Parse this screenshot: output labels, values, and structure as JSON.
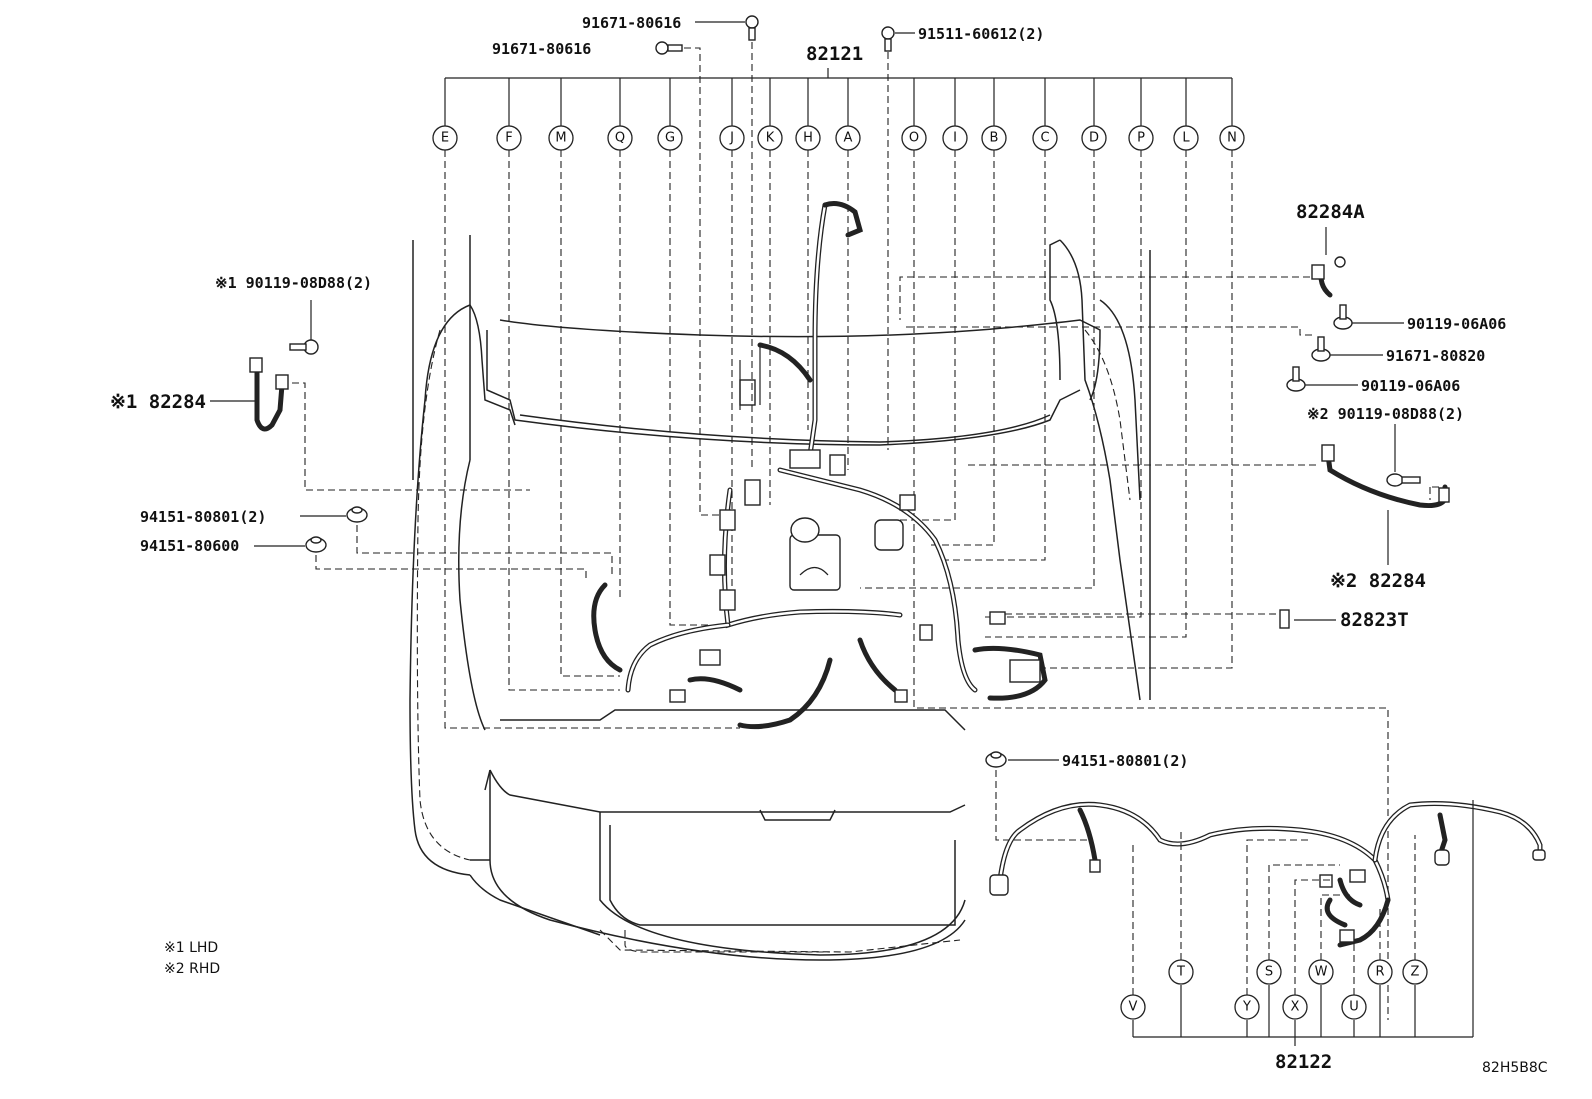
{
  "diagram": {
    "top_assembly": {
      "part_no": "82121",
      "callouts": [
        "E",
        "F",
        "M",
        "Q",
        "G",
        "J",
        "K",
        "H",
        "A",
        "O",
        "I",
        "B",
        "C",
        "D",
        "P",
        "L",
        "N"
      ]
    },
    "bottom_assembly": {
      "part_no": "82122",
      "callouts": [
        "V",
        "T",
        "Y",
        "S",
        "X",
        "W",
        "U",
        "R",
        "Z"
      ]
    },
    "fastener_labels": {
      "bolt_top_center": "91671-80616",
      "bolt_top_left": "91671-80616",
      "bolt_top_right": "91511-60612(2)",
      "lhd_bolt": "※1 90119-08D88(2)",
      "lhd_cable": "※1 82284",
      "nut_left_1": "94151-80801(2)",
      "nut_left_2": "94151-80600",
      "right_bracket": "82284A",
      "right_bolt_1": "90119-06A06",
      "right_bolt_2": "91671-80820",
      "right_bolt_3": "90119-06A06",
      "rhd_bolt": "※2 90119-08D88(2)",
      "rhd_cable": "※2 82284",
      "right_clip": "82823T",
      "nut_bottom": "94151-80801(2)"
    },
    "notes": [
      "※1 LHD",
      "※2 RHD"
    ],
    "reference_code": "82H5B8C"
  }
}
